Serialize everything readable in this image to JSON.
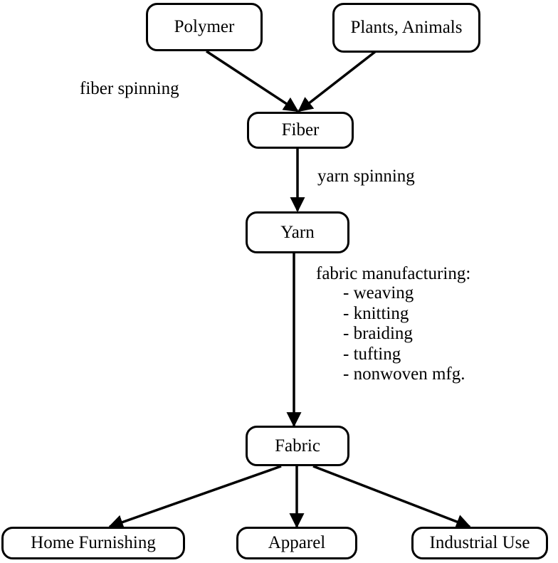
{
  "nodes": {
    "polymer": "Polymer",
    "plants_animals": "Plants, Animals",
    "fiber": "Fiber",
    "yarn": "Yarn",
    "fabric": "Fabric",
    "home_furnishing": "Home Furnishing",
    "apparel": "Apparel",
    "industrial_use": "Industrial Use"
  },
  "labels": {
    "fiber_spinning": "fiber spinning",
    "yarn_spinning": "yarn spinning",
    "fabric_manufacturing": "fabric manufacturing:",
    "fabric_methods": [
      "- weaving",
      "- knitting",
      "- braiding",
      "- tufting",
      "- nonwoven mfg."
    ]
  }
}
